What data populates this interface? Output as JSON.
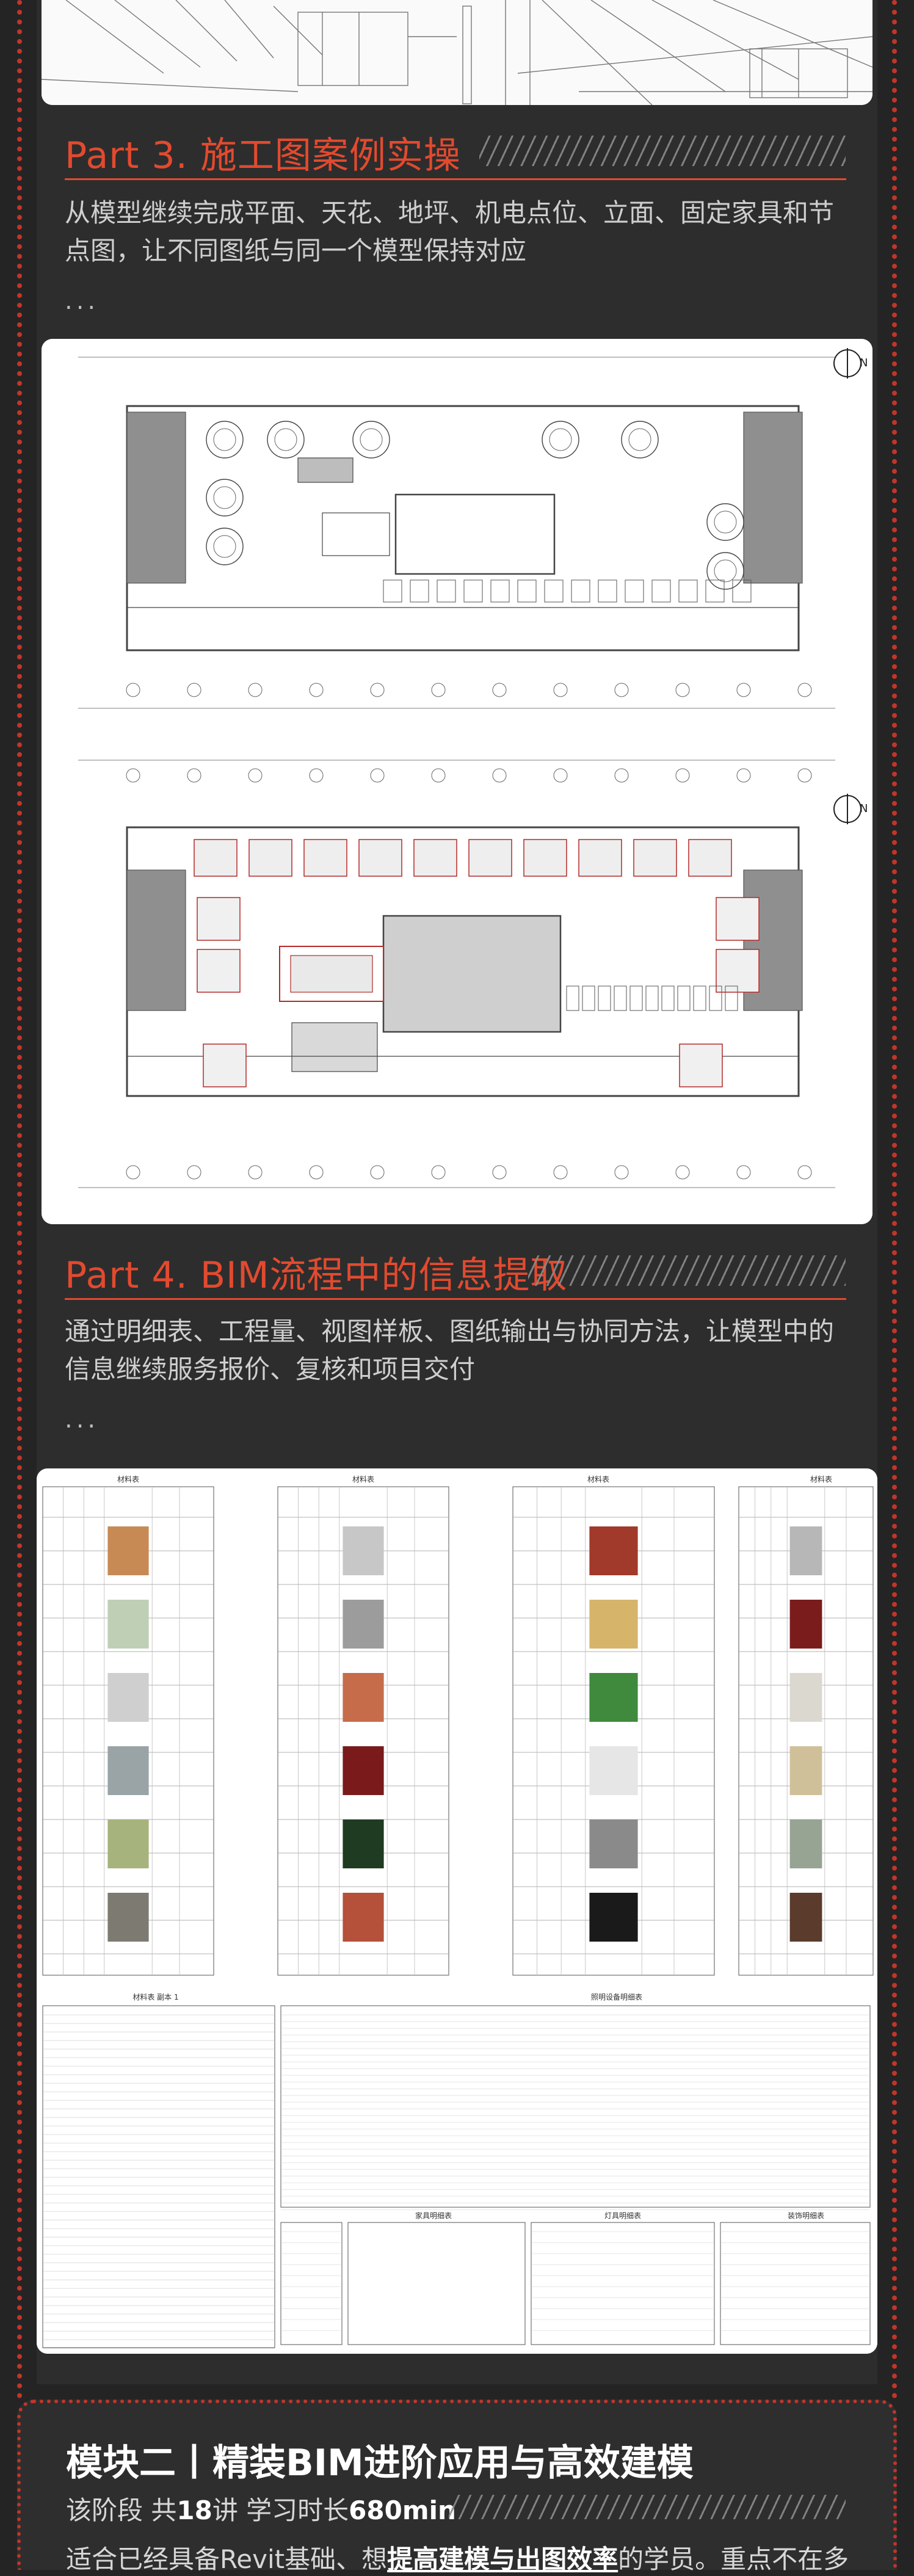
{
  "part3": {
    "title": "Part 3. 施工图案例实操",
    "desc": "从模型继续完成平面、天花、地坪、机电点位、立面、固定家具和节点图，让不同图纸与同一个模型保持对应",
    "ellipsis": "..."
  },
  "part4": {
    "title": "Part 4. BIM流程中的信息提取",
    "desc": "通过明细表、工程量、视图样板、图纸输出与协同方法，让模型中的信息继续服务报价、复核和项目交付",
    "ellipsis": "..."
  },
  "module2": {
    "title": "模块二丨精装BIM进阶应用与高效建模",
    "sub_prefix": "该阶段 共",
    "lectures": "18",
    "sub_mid": "讲 学习时长",
    "duration": "680min",
    "desc_prefix": "适合已经具备Revit基础、想",
    "desc_bold": "提高建模与出图效率",
    "desc_suffix": "的学员。重点不在多"
  },
  "tables": {
    "material_title": "材料表",
    "material_title_cont": "材料表 副本 1",
    "lighting_title": "照明设备明细表",
    "furniture_title": "家具明细表",
    "lamp_title": "灯具明细表",
    "fixture_title": "装饰明细表"
  },
  "plans": {
    "north_label": "N"
  },
  "colors": {
    "accent": "#e24a2f",
    "dots": "#c2352a",
    "background": "#242424"
  }
}
